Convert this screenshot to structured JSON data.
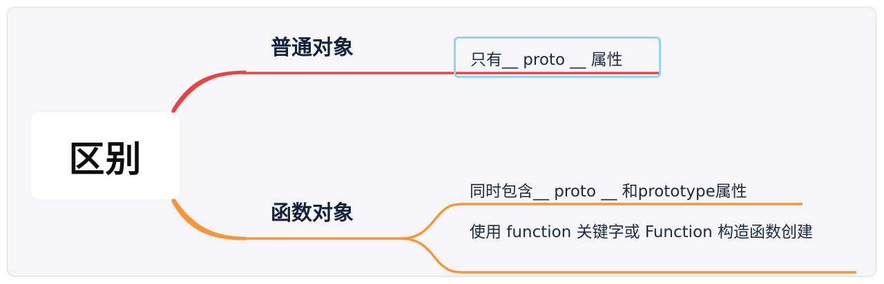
{
  "mindmap": {
    "root": {
      "label": "区别"
    },
    "colors": {
      "branch_1": "#e84343",
      "branch_2": "#f5963a",
      "selection_border": "#8fd3f7",
      "canvas_bg": "#f6f6f9",
      "text": "#14213d"
    },
    "branches": [
      {
        "label": "普通对象",
        "children": [
          {
            "label": "只有__ proto __ 属性",
            "selected": true
          }
        ]
      },
      {
        "label": "函数对象",
        "children": [
          {
            "label": "同时包含__ proto __ 和prototype属性"
          },
          {
            "label": "使用 function 关键字或 Function 构造函数创建"
          }
        ]
      }
    ]
  }
}
